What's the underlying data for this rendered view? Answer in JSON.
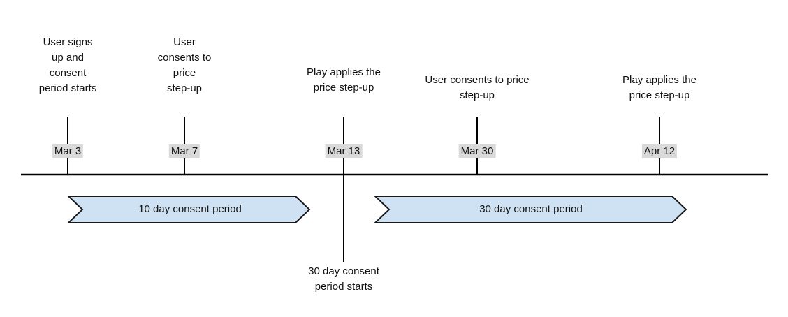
{
  "events": [
    {
      "date": "Mar 3",
      "label": "User signs\nup and\nconsent\nperiod starts"
    },
    {
      "date": "Mar 7",
      "label": "User\nconsents to\nprice\nstep-up"
    },
    {
      "date": "Mar 13",
      "label": "Play applies the\nprice step-up",
      "note_below": "30 day consent\nperiod starts"
    },
    {
      "date": "Mar 30",
      "label": "User consents to price\nstep-up"
    },
    {
      "date": "Apr 12",
      "label": "Play applies the\nprice step-up"
    }
  ],
  "periods": [
    {
      "label": "10 day consent period"
    },
    {
      "label": "30 day consent period"
    }
  ],
  "colors": {
    "band_fill": "#cfe2f3",
    "band_stroke": "#1a1a1a",
    "line": "#000000",
    "date_bg": "#d9d9d9",
    "text": "#111111"
  }
}
